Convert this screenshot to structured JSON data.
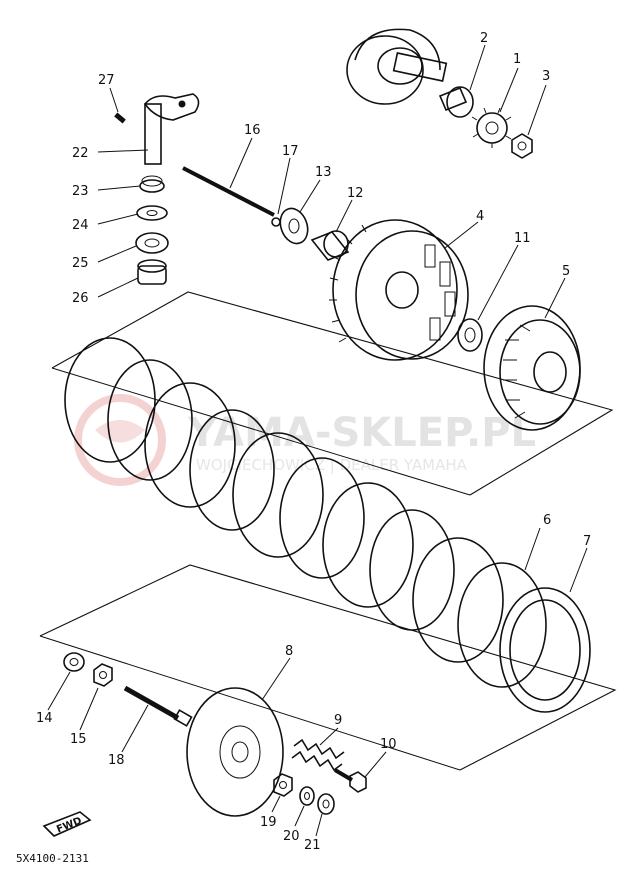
{
  "diagram": {
    "code": "5X4100-2131",
    "direction_marker": "FWD",
    "watermark": {
      "title": "YAMA-SKLEP.PL",
      "subtitle": "WOJCIECHOWICZ | DEALER YAMAHA"
    },
    "parts": [
      {
        "num": "1"
      },
      {
        "num": "2"
      },
      {
        "num": "3"
      },
      {
        "num": "4"
      },
      {
        "num": "5"
      },
      {
        "num": "6"
      },
      {
        "num": "7"
      },
      {
        "num": "8"
      },
      {
        "num": "9"
      },
      {
        "num": "10"
      },
      {
        "num": "11"
      },
      {
        "num": "12"
      },
      {
        "num": "13"
      },
      {
        "num": "14"
      },
      {
        "num": "15"
      },
      {
        "num": "16"
      },
      {
        "num": "17"
      },
      {
        "num": "18"
      },
      {
        "num": "19"
      },
      {
        "num": "20"
      },
      {
        "num": "21"
      },
      {
        "num": "22"
      },
      {
        "num": "23"
      },
      {
        "num": "24"
      },
      {
        "num": "25"
      },
      {
        "num": "26"
      },
      {
        "num": "27"
      }
    ]
  }
}
